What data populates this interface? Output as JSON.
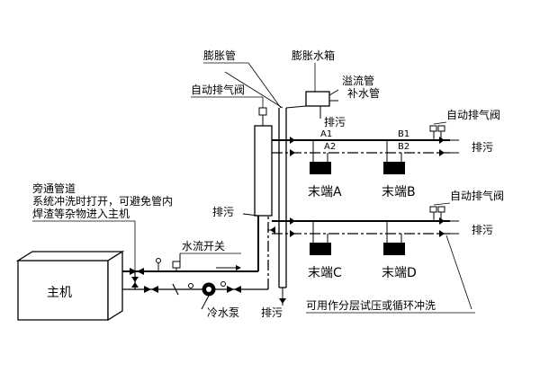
{
  "labels": {
    "expansion_pipe": "膨胀管",
    "expansion_tank": "膨胀水箱",
    "overflow_pipe": "溢流管",
    "makeup_pipe": "补水管",
    "auto_vent_1": "自动排气阀",
    "auto_vent_2": "自动排气阀",
    "auto_vent_3": "自动排气阀",
    "drain_tank": "排污",
    "drain_right_1": "排污",
    "drain_right_2": "排污",
    "drain_left": "排污",
    "drain_bottom": "排污",
    "bypass_line1": "旁通管道",
    "bypass_line2": "系统冲洗时打开，可避免管内",
    "bypass_line3": "焊渣等杂物进入主机",
    "flow_switch": "水流开关",
    "main_unit": "主机",
    "pump": "冷水泵",
    "terminal_a": "末端A",
    "terminal_b": "末端B",
    "terminal_c": "末端C",
    "terminal_d": "末端D",
    "tag_a1": "A1",
    "tag_a2": "A2",
    "tag_b1": "B1",
    "tag_b2": "B2",
    "pressure_test_note": "可用作分层试压或循环冲洗"
  }
}
